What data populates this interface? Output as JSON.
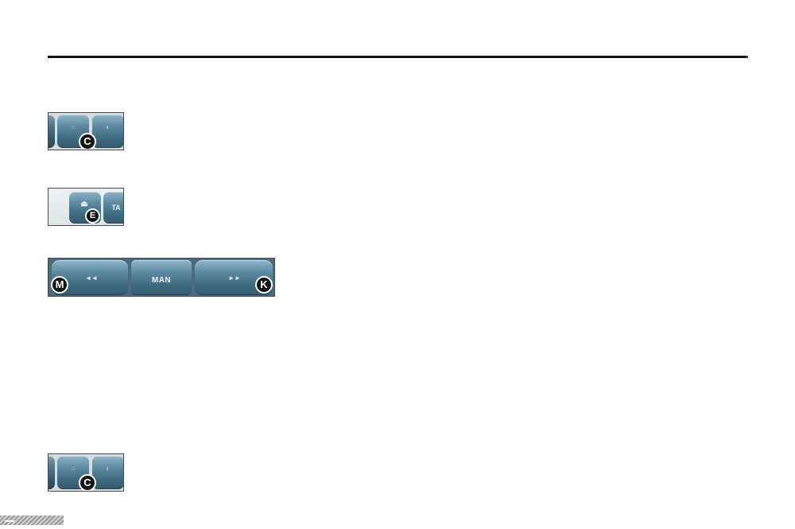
{
  "figures": [
    {
      "id": "C",
      "badge": "C"
    },
    {
      "id": "E",
      "badge": "E",
      "button_label": "TA"
    },
    {
      "id": "MK",
      "left_badge": "M",
      "right_badge": "K",
      "center_label": "MAN",
      "left_glyph": "◄◄",
      "right_glyph": "►►"
    },
    {
      "id": "C2",
      "badge": "C"
    }
  ],
  "colors": {
    "button_blue": "#4f7d94",
    "badge": "#141414"
  },
  "icons": {
    "eject": "eject-icon",
    "rewind": "rewind-icon",
    "fast_forward": "fast-forward-icon"
  }
}
